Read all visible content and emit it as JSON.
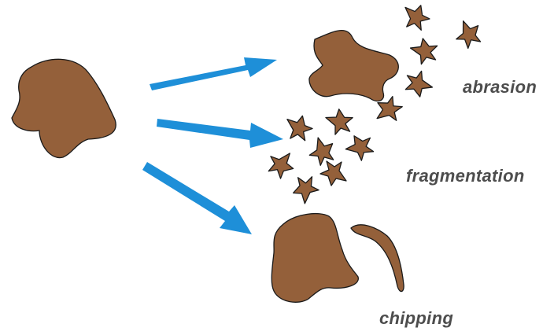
{
  "labels": {
    "abrasion": "abrasion",
    "fragmentation": "fragmentation",
    "chipping": "chipping"
  },
  "colors": {
    "particle": "#94603a",
    "outline": "#1a1a1a",
    "arrow": "#1e8fd8",
    "label": "#4d4d4d"
  }
}
